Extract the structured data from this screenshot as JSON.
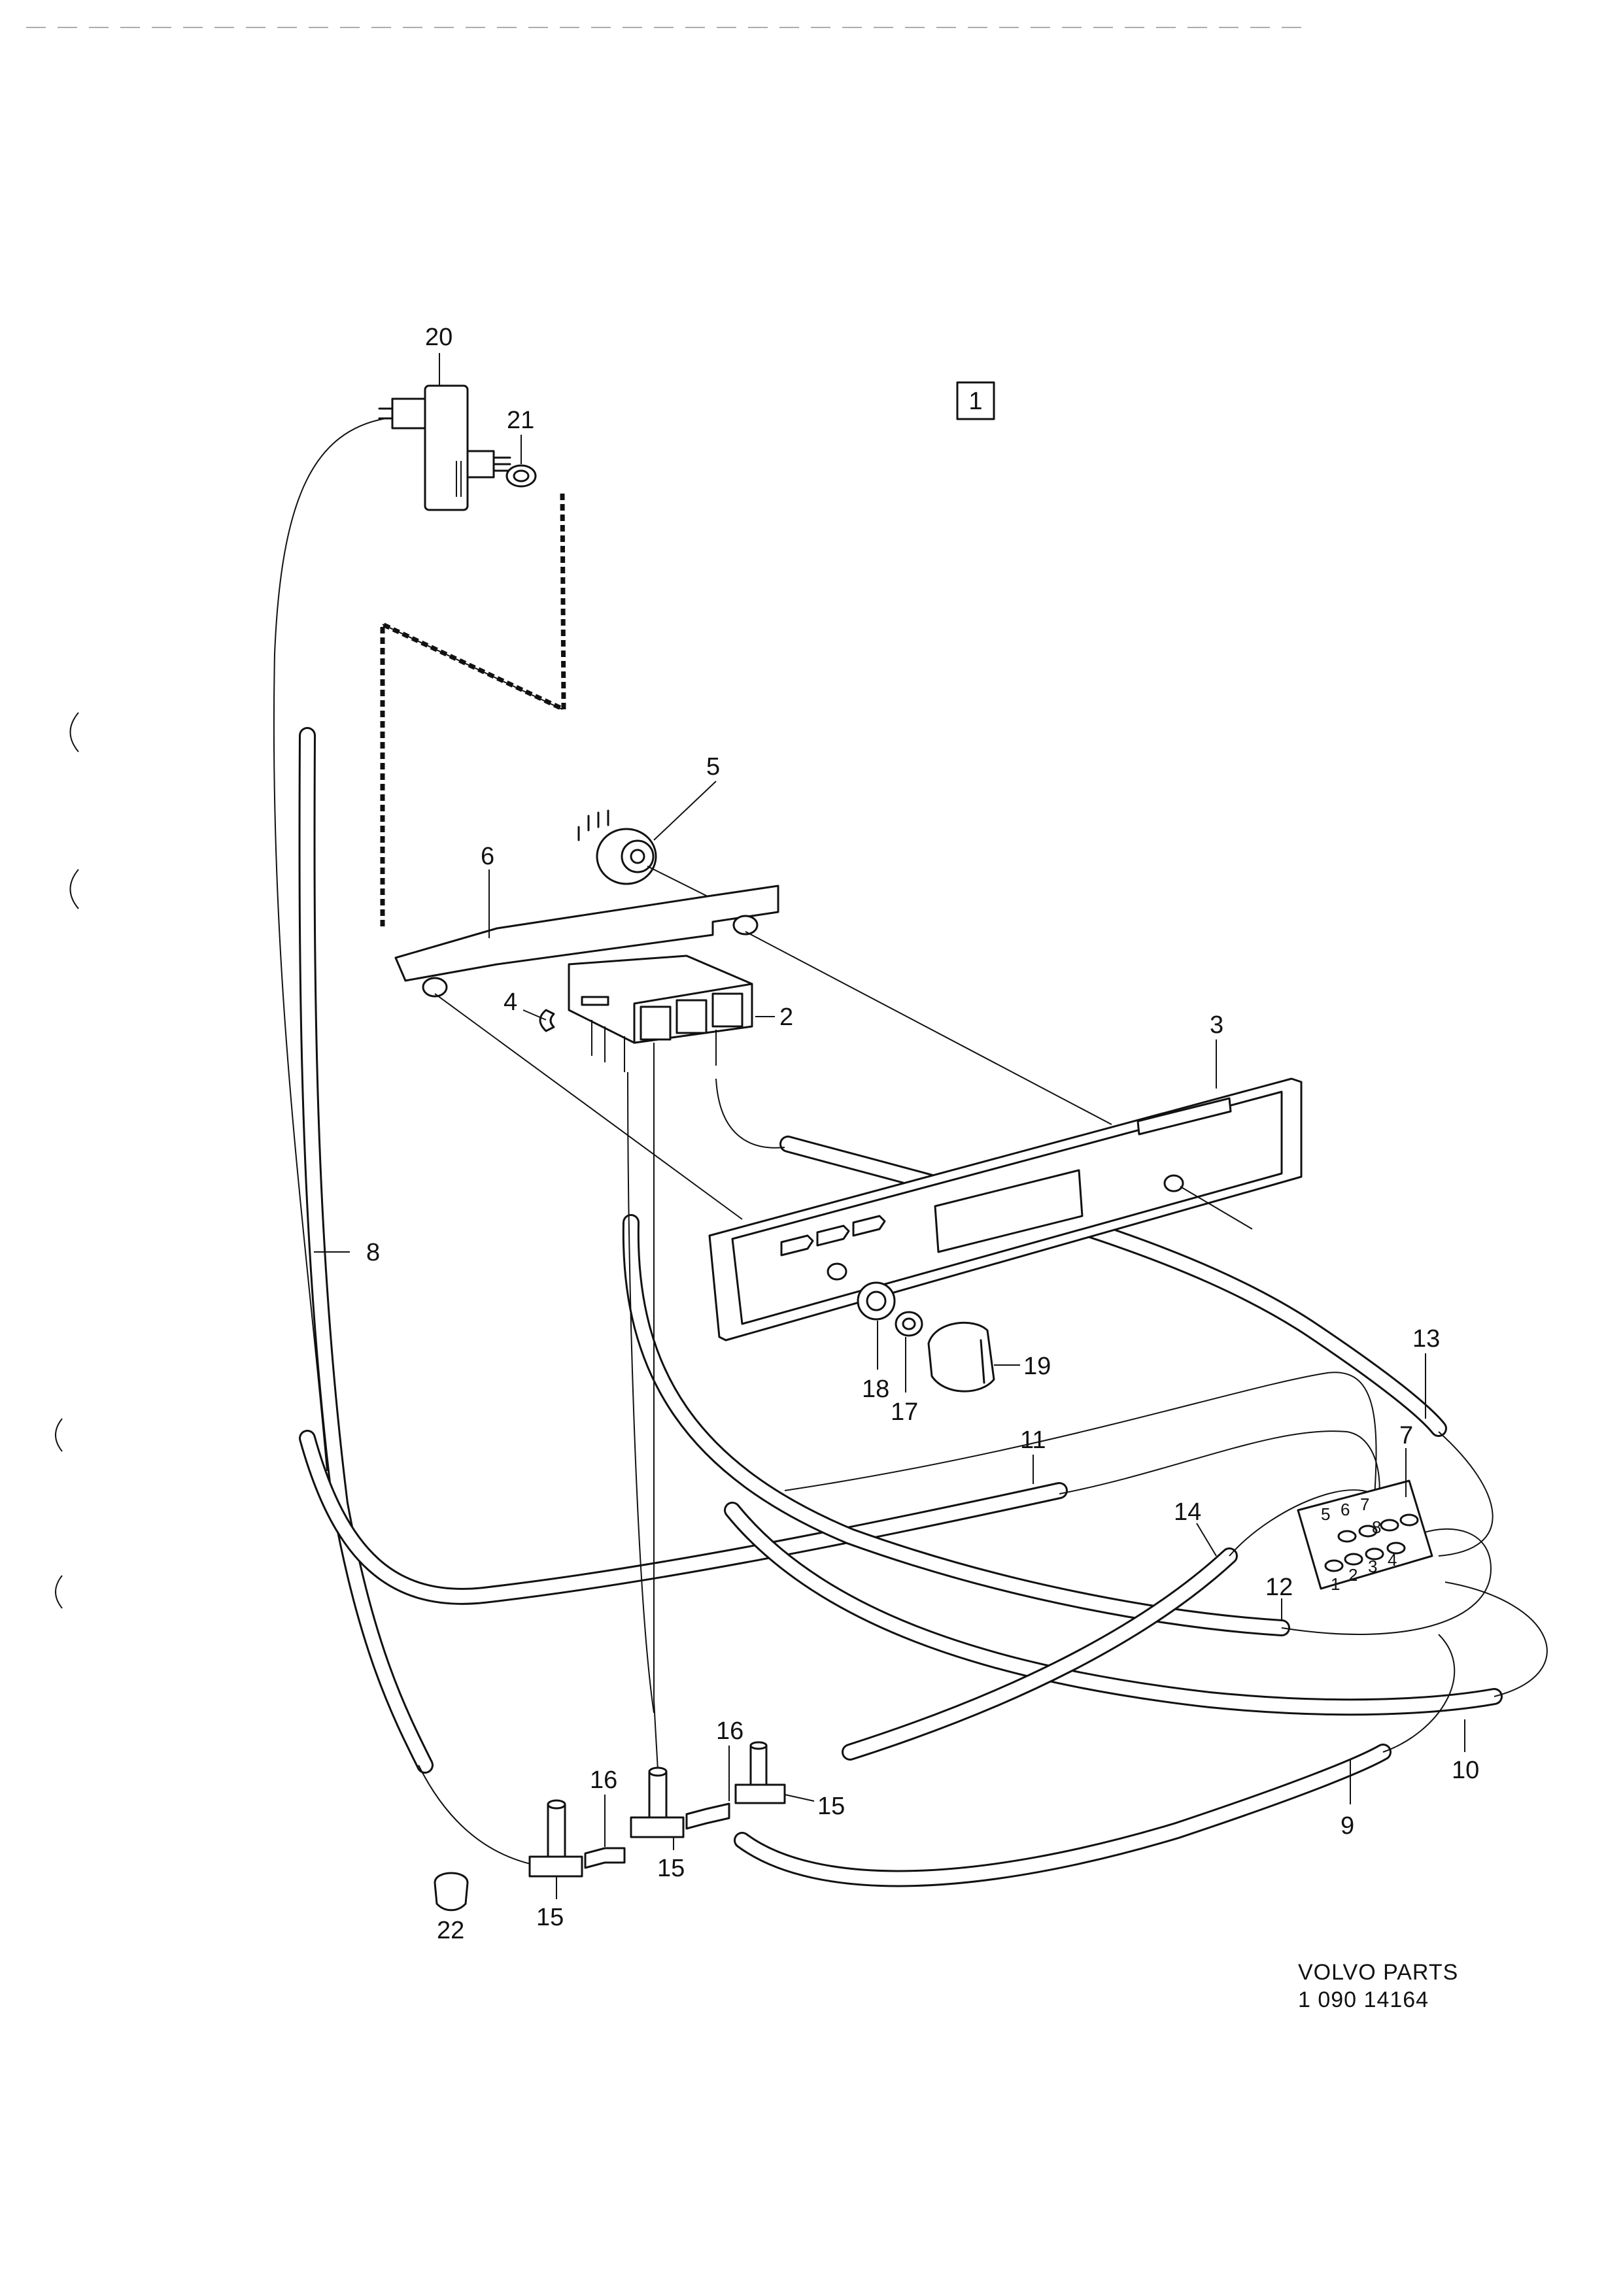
{
  "sheet": {
    "box_label": "1",
    "caption_line1": "VOLVO PARTS",
    "caption_line2": "1 090 14164"
  },
  "callouts": {
    "p1": "2",
    "p2": "3",
    "p3": "4",
    "p4": "5",
    "p5": "6",
    "p6": "7",
    "p7": "8",
    "p8": "9",
    "p9": "10",
    "p10": "11",
    "p11": "12",
    "p12": "13",
    "p13": "14",
    "p14": "15",
    "p15": "15",
    "p16": "15",
    "p17": "16",
    "p18": "16",
    "p19": "17",
    "p20": "18",
    "p21": "19",
    "p22": "20",
    "p23": "21",
    "p24": "22"
  },
  "connector_pins": [
    "1",
    "2",
    "3",
    "4",
    "5",
    "6",
    "7",
    "8"
  ]
}
